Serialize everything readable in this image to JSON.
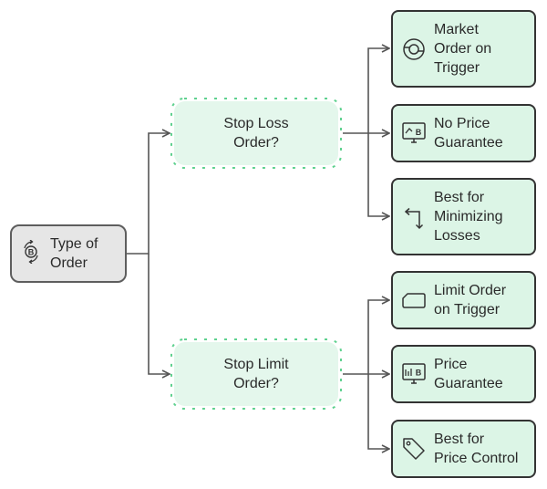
{
  "root": {
    "label_line1": "Type of",
    "label_line2": "Order",
    "icon": "bitcoin-exchange-icon"
  },
  "decisions": [
    {
      "label_line1": "Stop Loss",
      "label_line2": "Order?"
    },
    {
      "label_line1": "Stop Limit",
      "label_line2": "Order?"
    }
  ],
  "outcomes": [
    {
      "lines": [
        "Market",
        "Order on",
        "Trigger"
      ],
      "icon": "target-icon"
    },
    {
      "lines": [
        "No Price",
        "Guarantee"
      ],
      "icon": "bitcoin-monitor-icon"
    },
    {
      "lines": [
        "Best for",
        "Minimizing",
        "Losses"
      ],
      "icon": "turn-arrow-icon"
    },
    {
      "lines": [
        "Limit Order",
        "on Trigger"
      ],
      "icon": "rectangle-icon"
    },
    {
      "lines": [
        "Price",
        "Guarantee"
      ],
      "icon": "bitcoin-chart-monitor-icon"
    },
    {
      "lines": [
        "Best for",
        "Price Control"
      ],
      "icon": "price-tag-icon"
    }
  ],
  "colors": {
    "connector": "#555555",
    "decision_fill": "#e4f7ec",
    "decision_dash": "#5fd18f",
    "leaf_fill": "#dcf5e6",
    "leaf_border": "#333333",
    "root_fill": "#e6e6e6",
    "root_border": "#5e5e5e"
  }
}
